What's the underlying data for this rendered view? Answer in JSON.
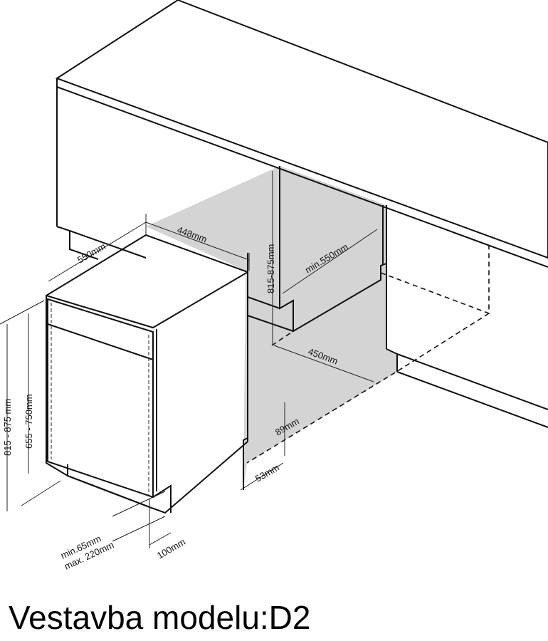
{
  "title": "Vestavba modelu:D2",
  "colors": {
    "niche_gray": "#d4d4d4",
    "panel_gray": "#cfcfcf",
    "line": "#111111"
  },
  "dimensions": {
    "appliance_depth": "550mm",
    "appliance_width": "448mm",
    "niche_height": "815-875mm",
    "niche_depth": "min.550mm",
    "niche_width": "450mm",
    "plinth_height": "89mm",
    "plinth_depth": "53mm",
    "total_height": "815 - 875 mm",
    "door_height": "655 - 750mm",
    "toe_kick_min": "min.65mm",
    "toe_kick_max": "max. 220mm",
    "door_offset": "100mm"
  }
}
